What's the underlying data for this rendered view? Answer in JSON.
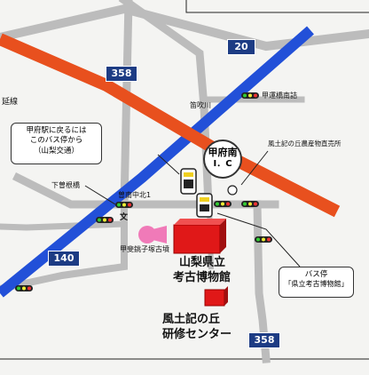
{
  "routes": {
    "r20": "20",
    "r358_top": "358",
    "r140": "140",
    "r358_bottom": "358"
  },
  "rail": {
    "line_label": "延線"
  },
  "interchange": {
    "line1": "甲府南",
    "line2": "I．C"
  },
  "callouts": {
    "return_line1": "甲府駅に戻るには",
    "return_line2": "このバス停から",
    "return_line3": "（山梨交通）",
    "busstop_line1": "バス停",
    "busstop_line2": "「県立考古博物館」"
  },
  "places": {
    "fuefuki_river": "笛吹川",
    "konakabashi": "甲運橋南詰",
    "shimosone": "下曽根橋",
    "sakaiminami": "曽南中北1",
    "bun": "文",
    "kofun": "甲斐銚子塚古墳",
    "museum_line1": "山梨県立",
    "museum_line2": "考古博物館",
    "farm_store": "風土記の丘農産物直売所",
    "center_line1": "風土記の丘",
    "center_line2": "研修センター"
  },
  "colors": {
    "expressway": "#e8501e",
    "river": "#2250d8",
    "road": "#bcbcbc",
    "building": "#e01818",
    "kofun": "#f07ab8",
    "shield": "#1d3c84"
  }
}
